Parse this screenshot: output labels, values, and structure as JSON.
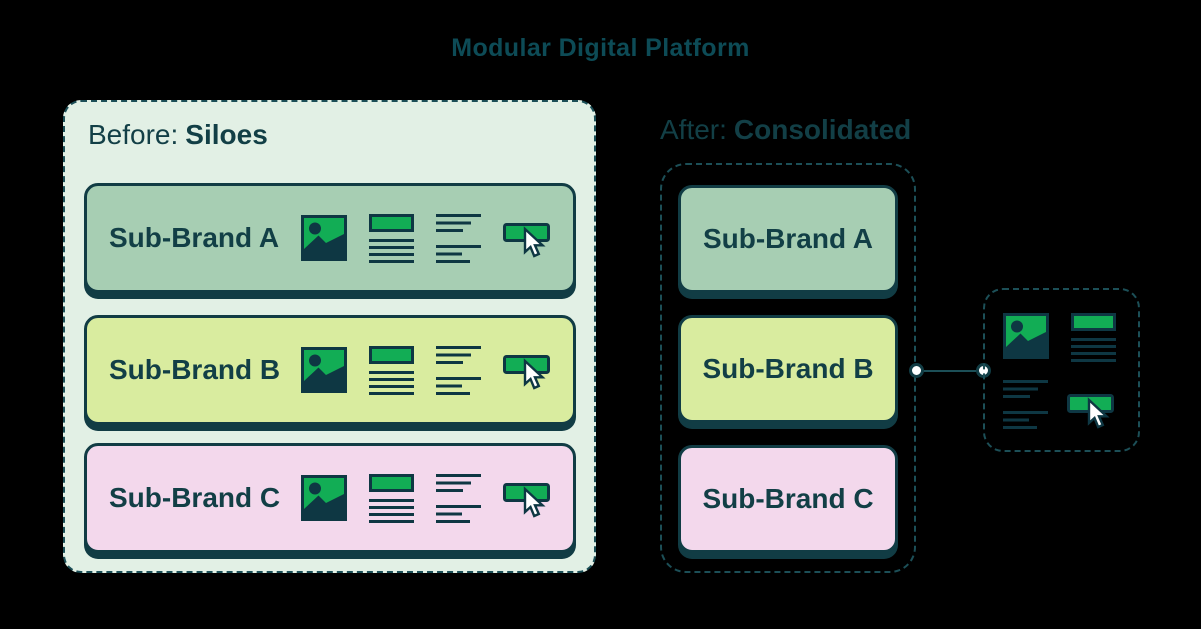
{
  "title": "Modular Digital Platform",
  "before_panel": {
    "heading_prefix": "Before:",
    "heading_emphasis": "Siloes",
    "cards": [
      {
        "label": "Sub-Brand A",
        "color": "#a7ceb3"
      },
      {
        "label": "Sub-Brand B",
        "color": "#d9ec9f"
      },
      {
        "label": "Sub-Brand C",
        "color": "#f3d8ec"
      }
    ],
    "card_icons": [
      "image-icon",
      "text-block-icon",
      "text-lines-icon",
      "button-cursor-icon"
    ]
  },
  "after_panel": {
    "heading_prefix": "After:",
    "heading_emphasis": "Consolidated",
    "cards": [
      {
        "label": "Sub-Brand A",
        "color": "#a7ceb3"
      },
      {
        "label": "Sub-Brand B",
        "color": "#d9ec9f"
      },
      {
        "label": "Sub-Brand C",
        "color": "#f3d8ec"
      }
    ]
  },
  "module_detail": {
    "icons": [
      "image-icon",
      "text-block-icon",
      "text-lines-icon",
      "button-cursor-icon"
    ],
    "connected_card": "Sub-Brand B"
  },
  "colors": {
    "background": "#000000",
    "title_teal": "#0d4b56",
    "text_teal": "#123f46",
    "dark_teal": "#113c44",
    "dash_teal": "#1c4f57",
    "accent_green": "#12ad55",
    "sage": "#a7ceb3",
    "lime": "#d9ec9f",
    "pink": "#f3d8ec",
    "panel_bg": "#e2f0e5",
    "cursor_white": "#ffffff"
  }
}
